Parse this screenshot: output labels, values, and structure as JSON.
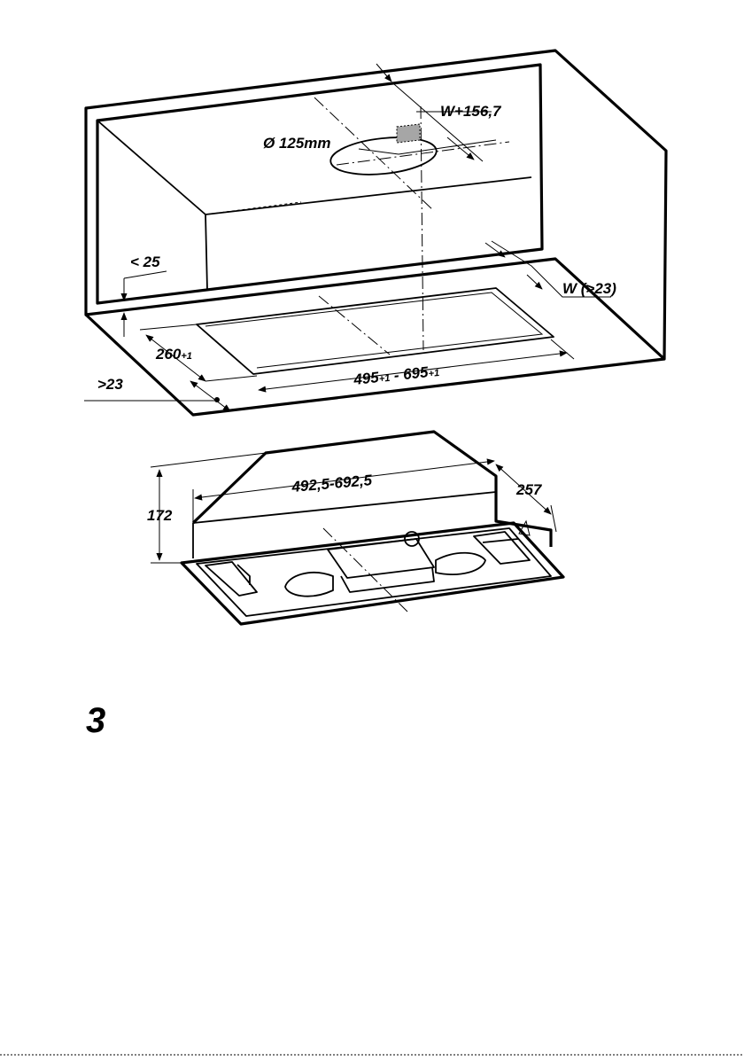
{
  "top_figure": {
    "labels": {
      "w_offset": "W+156,7",
      "duct_diameter": "Ø 125mm",
      "less_than_25": "< 25",
      "w_clearance": "W (>23)",
      "depth_260": "260",
      "depth_260_tol": "+1",
      "greater_23": ">23",
      "width_495": "495",
      "width_495_tol": "+1",
      "width_sep": " - ",
      "width_695": "695",
      "width_695_tol": "+1"
    }
  },
  "bottom_figure": {
    "labels": {
      "unit_width": "492,5-692,5",
      "unit_depth": "257",
      "unit_height": "172"
    }
  },
  "step_number": "3",
  "colors": {
    "ink": "#000000",
    "duct_fill": "#a6a6a6",
    "paper": "#ffffff"
  }
}
